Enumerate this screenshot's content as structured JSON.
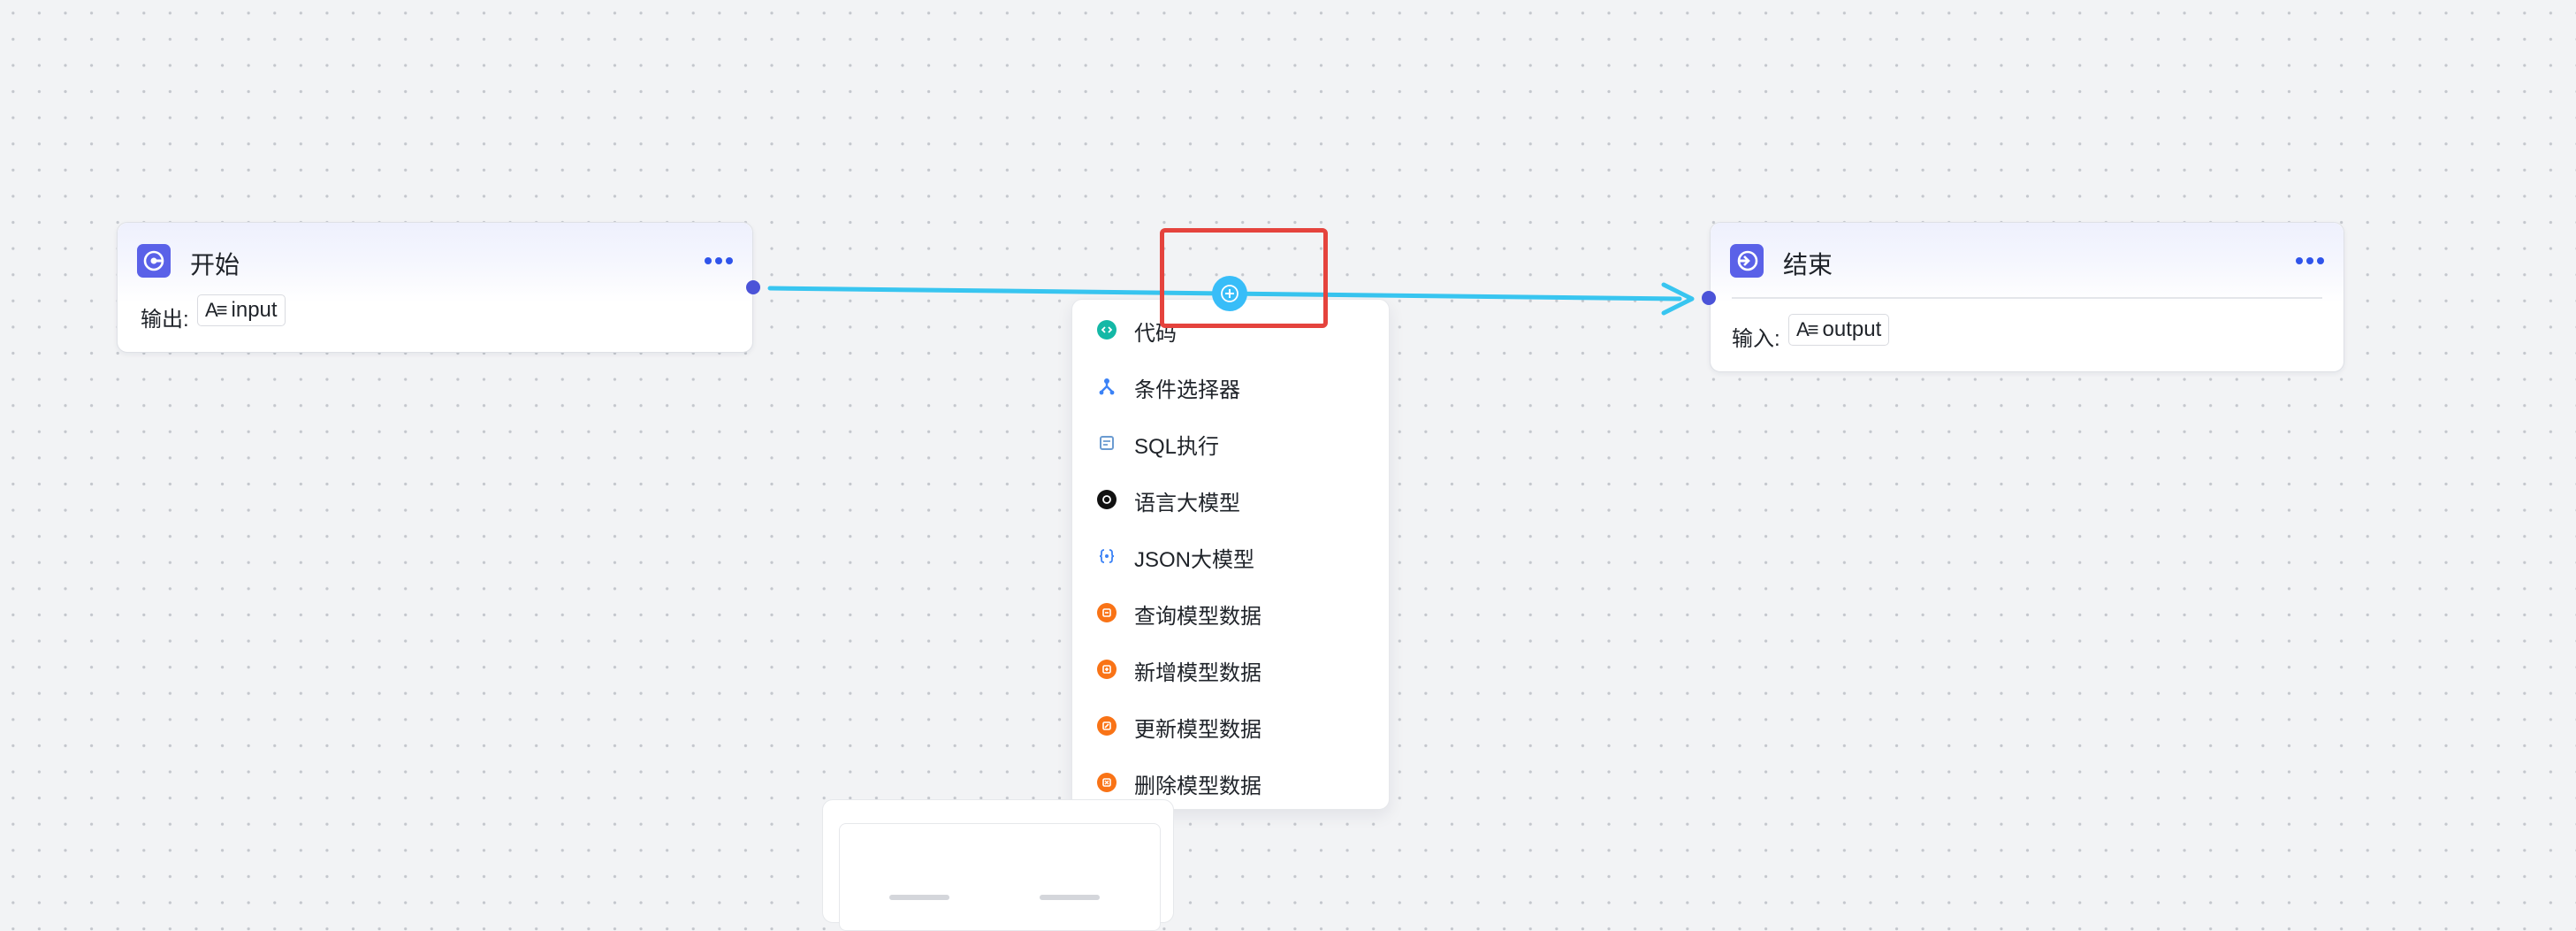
{
  "start_node": {
    "title": "开始",
    "output_label": "输出:",
    "output_var": "input",
    "icon": "play-circle-icon",
    "more_icon": "more-horizontal-icon"
  },
  "end_node": {
    "title": "结束",
    "input_label": "输入:",
    "input_var": "output",
    "icon": "exit-circle-icon",
    "more_icon": "more-horizontal-icon"
  },
  "add_button": {
    "icon": "plus-icon"
  },
  "node_menu": {
    "items": [
      {
        "label": "代码",
        "icon": "code-icon",
        "color": "#14b8a6"
      },
      {
        "label": "条件选择器",
        "icon": "branch-icon",
        "color": "#3b82f6"
      },
      {
        "label": "SQL执行",
        "icon": "database-icon",
        "color": "#6b9bd1"
      },
      {
        "label": "语言大模型",
        "icon": "openai-icon",
        "color": "#111111"
      },
      {
        "label": "JSON大模型",
        "icon": "json-braces-icon",
        "color": "#3b82f6"
      },
      {
        "label": "查询模型数据",
        "icon": "query-data-icon",
        "color": "#f97316"
      },
      {
        "label": "新增模型数据",
        "icon": "add-data-icon",
        "color": "#f97316"
      },
      {
        "label": "更新模型数据",
        "icon": "update-data-icon",
        "color": "#f97316"
      },
      {
        "label": "删除模型数据",
        "icon": "delete-data-icon",
        "color": "#f97316"
      }
    ]
  },
  "colors": {
    "edge": "#38c5f0",
    "node_accent": "#5a61e8",
    "highlight": "#e5433d",
    "handle": "#4b53d8"
  }
}
